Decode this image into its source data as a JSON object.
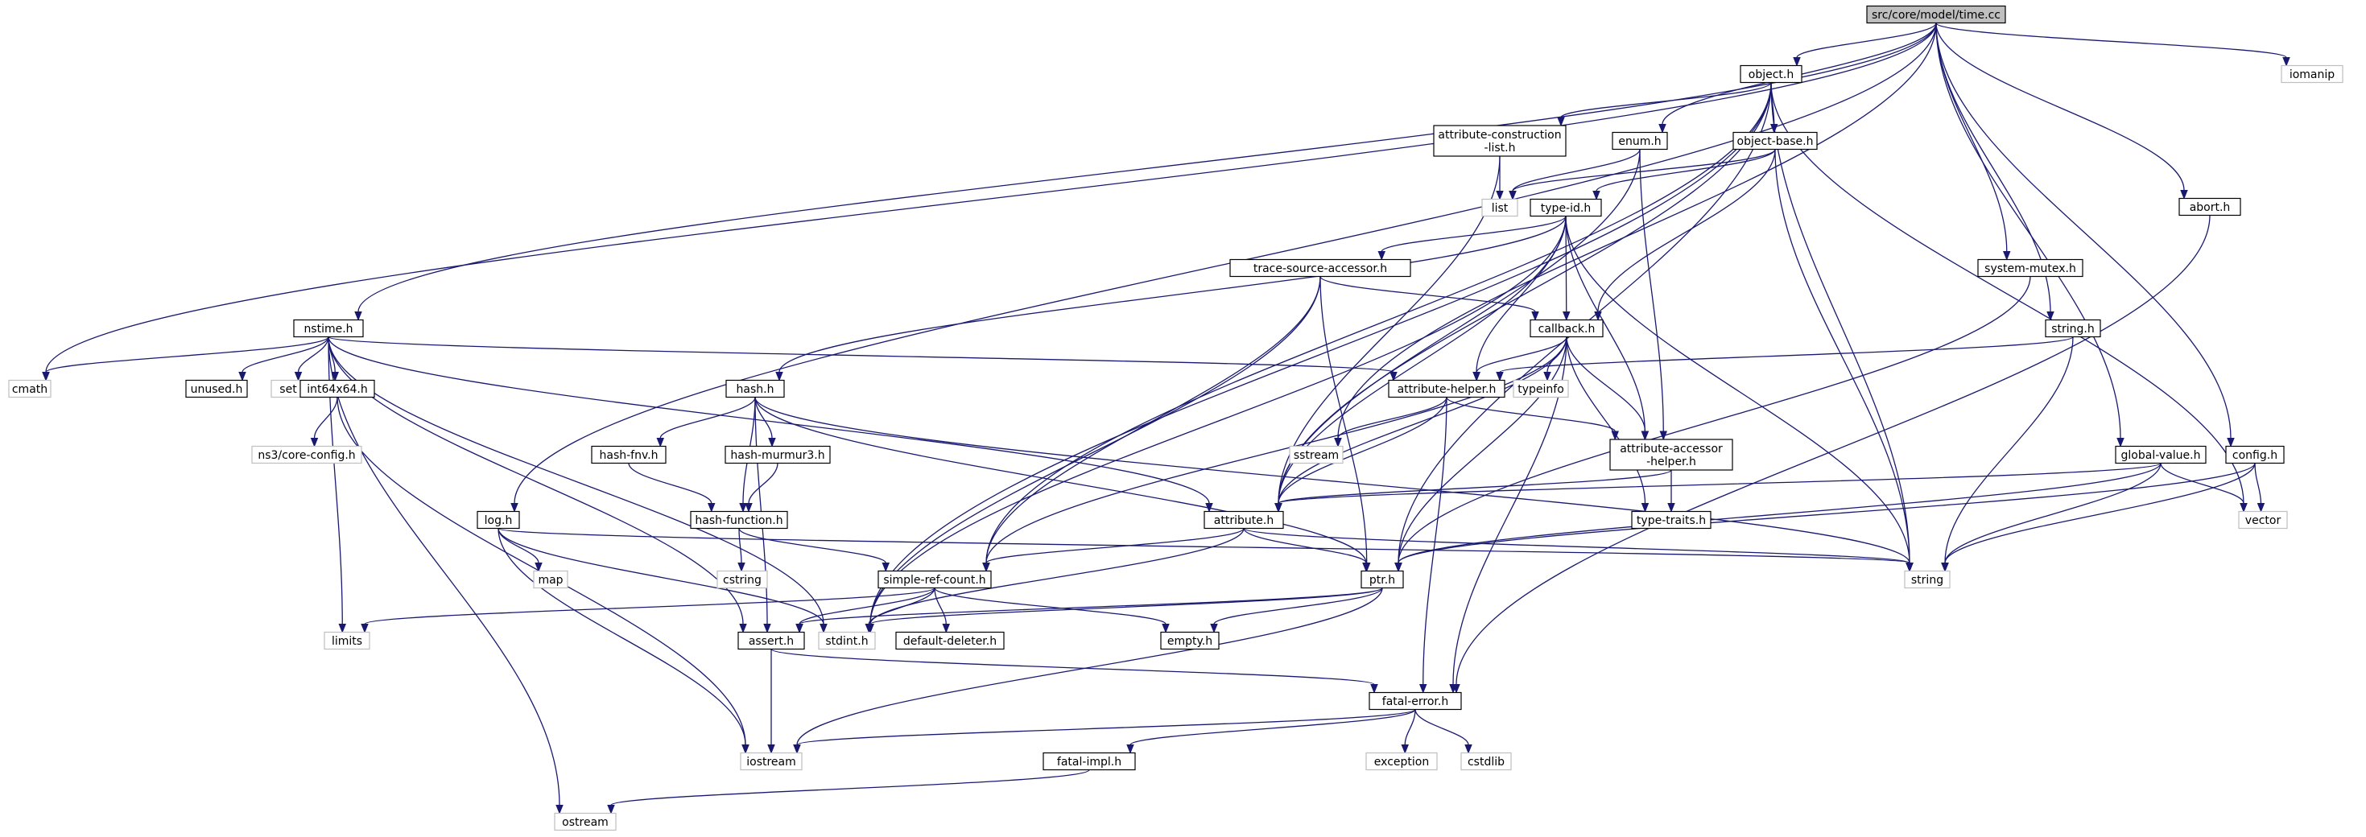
{
  "nodes": [
    {
      "id": "time_cc",
      "label": "src/core/model/time.cc",
      "kind": "root",
      "lines": [
        "src/core/model/time.cc"
      ]
    },
    {
      "id": "object_h",
      "label": "object.h",
      "kind": "header",
      "lines": [
        "object.h"
      ]
    },
    {
      "id": "iomanip",
      "label": "iomanip",
      "kind": "system",
      "lines": [
        "iomanip"
      ]
    },
    {
      "id": "attr_constr",
      "label": "attribute-construction-list.h",
      "kind": "header",
      "lines": [
        "attribute-construction",
        "-list.h"
      ]
    },
    {
      "id": "enum_h",
      "label": "enum.h",
      "kind": "header",
      "lines": [
        "enum.h"
      ]
    },
    {
      "id": "object_base",
      "label": "object-base.h",
      "kind": "header",
      "lines": [
        "object-base.h"
      ]
    },
    {
      "id": "abort_h",
      "label": "abort.h",
      "kind": "header",
      "lines": [
        "abort.h"
      ]
    },
    {
      "id": "list",
      "label": "list",
      "kind": "system",
      "lines": [
        "list"
      ]
    },
    {
      "id": "type_id",
      "label": "type-id.h",
      "kind": "header",
      "lines": [
        "type-id.h"
      ]
    },
    {
      "id": "trace_src",
      "label": "trace-source-accessor.h",
      "kind": "header",
      "lines": [
        "trace-source-accessor.h"
      ]
    },
    {
      "id": "system_mutex",
      "label": "system-mutex.h",
      "kind": "header",
      "lines": [
        "system-mutex.h"
      ]
    },
    {
      "id": "nstime_h",
      "label": "nstime.h",
      "kind": "header",
      "lines": [
        "nstime.h"
      ]
    },
    {
      "id": "callback_h",
      "label": "callback.h",
      "kind": "header",
      "lines": [
        "callback.h"
      ]
    },
    {
      "id": "string_h",
      "label": "string.h",
      "kind": "header",
      "lines": [
        "string.h"
      ]
    },
    {
      "id": "cmath",
      "label": "cmath",
      "kind": "system",
      "lines": [
        "cmath"
      ]
    },
    {
      "id": "unused_h",
      "label": "unused.h",
      "kind": "header",
      "lines": [
        "unused.h"
      ]
    },
    {
      "id": "set",
      "label": "set",
      "kind": "system",
      "lines": [
        "set"
      ]
    },
    {
      "id": "int64x64",
      "label": "int64x64.h",
      "kind": "header",
      "lines": [
        "int64x64.h"
      ]
    },
    {
      "id": "hash_h",
      "label": "hash.h",
      "kind": "header",
      "lines": [
        "hash.h"
      ]
    },
    {
      "id": "attr_helper",
      "label": "attribute-helper.h",
      "kind": "header",
      "lines": [
        "attribute-helper.h"
      ]
    },
    {
      "id": "typeinfo",
      "label": "typeinfo",
      "kind": "system",
      "lines": [
        "typeinfo"
      ]
    },
    {
      "id": "ns3_config",
      "label": "ns3/core-config.h",
      "kind": "system",
      "lines": [
        "ns3/core-config.h"
      ]
    },
    {
      "id": "hash_fnv",
      "label": "hash-fnv.h",
      "kind": "header",
      "lines": [
        "hash-fnv.h"
      ]
    },
    {
      "id": "hash_murmur",
      "label": "hash-murmur3.h",
      "kind": "header",
      "lines": [
        "hash-murmur3.h"
      ]
    },
    {
      "id": "sstream",
      "label": "sstream",
      "kind": "system",
      "lines": [
        "sstream"
      ]
    },
    {
      "id": "attr_accessor",
      "label": "attribute-accessor-helper.h",
      "kind": "header",
      "lines": [
        "attribute-accessor",
        "-helper.h"
      ]
    },
    {
      "id": "global_value",
      "label": "global-value.h",
      "kind": "header",
      "lines": [
        "global-value.h"
      ]
    },
    {
      "id": "config_h",
      "label": "config.h",
      "kind": "header",
      "lines": [
        "config.h"
      ]
    },
    {
      "id": "log_h",
      "label": "log.h",
      "kind": "header",
      "lines": [
        "log.h"
      ]
    },
    {
      "id": "hash_function",
      "label": "hash-function.h",
      "kind": "header",
      "lines": [
        "hash-function.h"
      ]
    },
    {
      "id": "attribute_h",
      "label": "attribute.h",
      "kind": "header",
      "lines": [
        "attribute.h"
      ]
    },
    {
      "id": "type_traits",
      "label": "type-traits.h",
      "kind": "header",
      "lines": [
        "type-traits.h"
      ]
    },
    {
      "id": "vector",
      "label": "vector",
      "kind": "system",
      "lines": [
        "vector"
      ]
    },
    {
      "id": "map",
      "label": "map",
      "kind": "system",
      "lines": [
        "map"
      ]
    },
    {
      "id": "cstring",
      "label": "cstring",
      "kind": "system",
      "lines": [
        "cstring"
      ]
    },
    {
      "id": "simple_ref",
      "label": "simple-ref-count.h",
      "kind": "header",
      "lines": [
        "simple-ref-count.h"
      ]
    },
    {
      "id": "ptr_h",
      "label": "ptr.h",
      "kind": "header",
      "lines": [
        "ptr.h"
      ]
    },
    {
      "id": "string",
      "label": "string",
      "kind": "system",
      "lines": [
        "string"
      ]
    },
    {
      "id": "limits",
      "label": "limits",
      "kind": "system",
      "lines": [
        "limits"
      ]
    },
    {
      "id": "stdint",
      "label": "stdint.h",
      "kind": "system",
      "lines": [
        "stdint.h"
      ]
    },
    {
      "id": "default_deleter",
      "label": "default-deleter.h",
      "kind": "header",
      "lines": [
        "default-deleter.h"
      ]
    },
    {
      "id": "empty_h",
      "label": "empty.h",
      "kind": "header",
      "lines": [
        "empty.h"
      ]
    },
    {
      "id": "assert_h",
      "label": "assert.h",
      "kind": "header",
      "lines": [
        "assert.h"
      ]
    },
    {
      "id": "fatal_error",
      "label": "fatal-error.h",
      "kind": "header",
      "lines": [
        "fatal-error.h"
      ]
    },
    {
      "id": "iostream",
      "label": "iostream",
      "kind": "system",
      "lines": [
        "iostream"
      ]
    },
    {
      "id": "exception",
      "label": "exception",
      "kind": "system",
      "lines": [
        "exception"
      ]
    },
    {
      "id": "cstdlib",
      "label": "cstdlib",
      "kind": "system",
      "lines": [
        "cstdlib"
      ]
    },
    {
      "id": "fatal_impl",
      "label": "fatal-impl.h",
      "kind": "header",
      "lines": [
        "fatal-impl.h"
      ]
    },
    {
      "id": "ostream",
      "label": "ostream",
      "kind": "system",
      "lines": [
        "ostream"
      ]
    }
  ],
  "edges": [
    [
      "time_cc",
      "object_h"
    ],
    [
      "time_cc",
      "iomanip"
    ],
    [
      "time_cc",
      "enum_h"
    ],
    [
      "time_cc",
      "abort_h"
    ],
    [
      "time_cc",
      "system_mutex"
    ],
    [
      "time_cc",
      "nstime_h"
    ],
    [
      "time_cc",
      "string_h"
    ],
    [
      "time_cc",
      "cmath"
    ],
    [
      "time_cc",
      "global_value"
    ],
    [
      "time_cc",
      "config_h"
    ],
    [
      "time_cc",
      "log_h"
    ],
    [
      "time_cc",
      "sstream"
    ],
    [
      "object_h",
      "attr_constr"
    ],
    [
      "object_h",
      "object_base"
    ],
    [
      "object_h",
      "attribute_h"
    ],
    [
      "object_h",
      "simple_ref"
    ],
    [
      "object_h",
      "ptr_h"
    ],
    [
      "object_h",
      "string"
    ],
    [
      "object_h",
      "vector"
    ],
    [
      "object_h",
      "stdint"
    ],
    [
      "attr_constr",
      "list"
    ],
    [
      "attr_constr",
      "attribute_h"
    ],
    [
      "enum_h",
      "attr_accessor"
    ],
    [
      "enum_h",
      "attribute_h"
    ],
    [
      "enum_h",
      "list"
    ],
    [
      "object_base",
      "type_id"
    ],
    [
      "object_base",
      "callback_h"
    ],
    [
      "object_base",
      "list"
    ],
    [
      "object_base",
      "string"
    ],
    [
      "abort_h",
      "fatal_error"
    ],
    [
      "type_id",
      "trace_src"
    ],
    [
      "type_id",
      "callback_h"
    ],
    [
      "type_id",
      "attr_helper"
    ],
    [
      "type_id",
      "attr_accessor"
    ],
    [
      "type_id",
      "attribute_h"
    ],
    [
      "type_id",
      "hash_h"
    ],
    [
      "type_id",
      "string"
    ],
    [
      "type_id",
      "stdint"
    ],
    [
      "trace_src",
      "callback_h"
    ],
    [
      "trace_src",
      "ptr_h"
    ],
    [
      "trace_src",
      "simple_ref"
    ],
    [
      "trace_src",
      "stdint"
    ],
    [
      "system_mutex",
      "ptr_h"
    ],
    [
      "string_h",
      "attr_helper"
    ],
    [
      "string_h",
      "string"
    ],
    [
      "nstime_h",
      "cmath"
    ],
    [
      "nstime_h",
      "unused_h"
    ],
    [
      "nstime_h",
      "set"
    ],
    [
      "nstime_h",
      "int64x64"
    ],
    [
      "nstime_h",
      "attr_helper"
    ],
    [
      "nstime_h",
      "attribute_h"
    ],
    [
      "nstime_h",
      "limits"
    ],
    [
      "nstime_h",
      "ostream"
    ],
    [
      "nstime_h",
      "assert_h"
    ],
    [
      "nstime_h",
      "stdint"
    ],
    [
      "int64x64",
      "ns3_config"
    ],
    [
      "int64x64",
      "iostream"
    ],
    [
      "callback_h",
      "attr_helper"
    ],
    [
      "callback_h",
      "typeinfo"
    ],
    [
      "callback_h",
      "attr_accessor"
    ],
    [
      "callback_h",
      "type_traits"
    ],
    [
      "callback_h",
      "attribute_h"
    ],
    [
      "callback_h",
      "ptr_h"
    ],
    [
      "callback_h",
      "simple_ref"
    ],
    [
      "callback_h",
      "fatal_error"
    ],
    [
      "hash_h",
      "hash_fnv"
    ],
    [
      "hash_h",
      "hash_murmur"
    ],
    [
      "hash_h",
      "hash_function"
    ],
    [
      "hash_h",
      "ptr_h"
    ],
    [
      "hash_h",
      "assert_h"
    ],
    [
      "hash_h",
      "string"
    ],
    [
      "hash_fnv",
      "hash_function"
    ],
    [
      "hash_murmur",
      "hash_function"
    ],
    [
      "attr_helper",
      "sstream"
    ],
    [
      "attr_helper",
      "attr_accessor"
    ],
    [
      "attr_helper",
      "attribute_h"
    ],
    [
      "attr_helper",
      "fatal_error"
    ],
    [
      "attr_accessor",
      "type_traits"
    ],
    [
      "attr_accessor",
      "attribute_h"
    ],
    [
      "global_value",
      "attribute_h"
    ],
    [
      "global_value",
      "vector"
    ],
    [
      "global_value",
      "string"
    ],
    [
      "global_value",
      "ptr_h"
    ],
    [
      "config_h",
      "vector"
    ],
    [
      "config_h",
      "string"
    ],
    [
      "config_h",
      "ptr_h"
    ],
    [
      "log_h",
      "map"
    ],
    [
      "log_h",
      "iostream"
    ],
    [
      "log_h",
      "stdint"
    ],
    [
      "log_h",
      "string"
    ],
    [
      "hash_function",
      "cstring"
    ],
    [
      "hash_function",
      "simple_ref"
    ],
    [
      "attribute_h",
      "simple_ref"
    ],
    [
      "attribute_h",
      "ptr_h"
    ],
    [
      "attribute_h",
      "string"
    ],
    [
      "attribute_h",
      "stdint"
    ],
    [
      "simple_ref",
      "limits"
    ],
    [
      "simple_ref",
      "stdint"
    ],
    [
      "simple_ref",
      "default_deleter"
    ],
    [
      "simple_ref",
      "assert_h"
    ],
    [
      "simple_ref",
      "empty_h"
    ],
    [
      "ptr_h",
      "stdint"
    ],
    [
      "ptr_h",
      "assert_h"
    ],
    [
      "ptr_h",
      "empty_h"
    ],
    [
      "ptr_h",
      "iostream"
    ],
    [
      "assert_h",
      "iostream"
    ],
    [
      "assert_h",
      "fatal_error"
    ],
    [
      "fatal_error",
      "iostream"
    ],
    [
      "fatal_error",
      "exception"
    ],
    [
      "fatal_error",
      "cstdlib"
    ],
    [
      "fatal_error",
      "fatal_impl"
    ],
    [
      "fatal_impl",
      "ostream"
    ]
  ]
}
